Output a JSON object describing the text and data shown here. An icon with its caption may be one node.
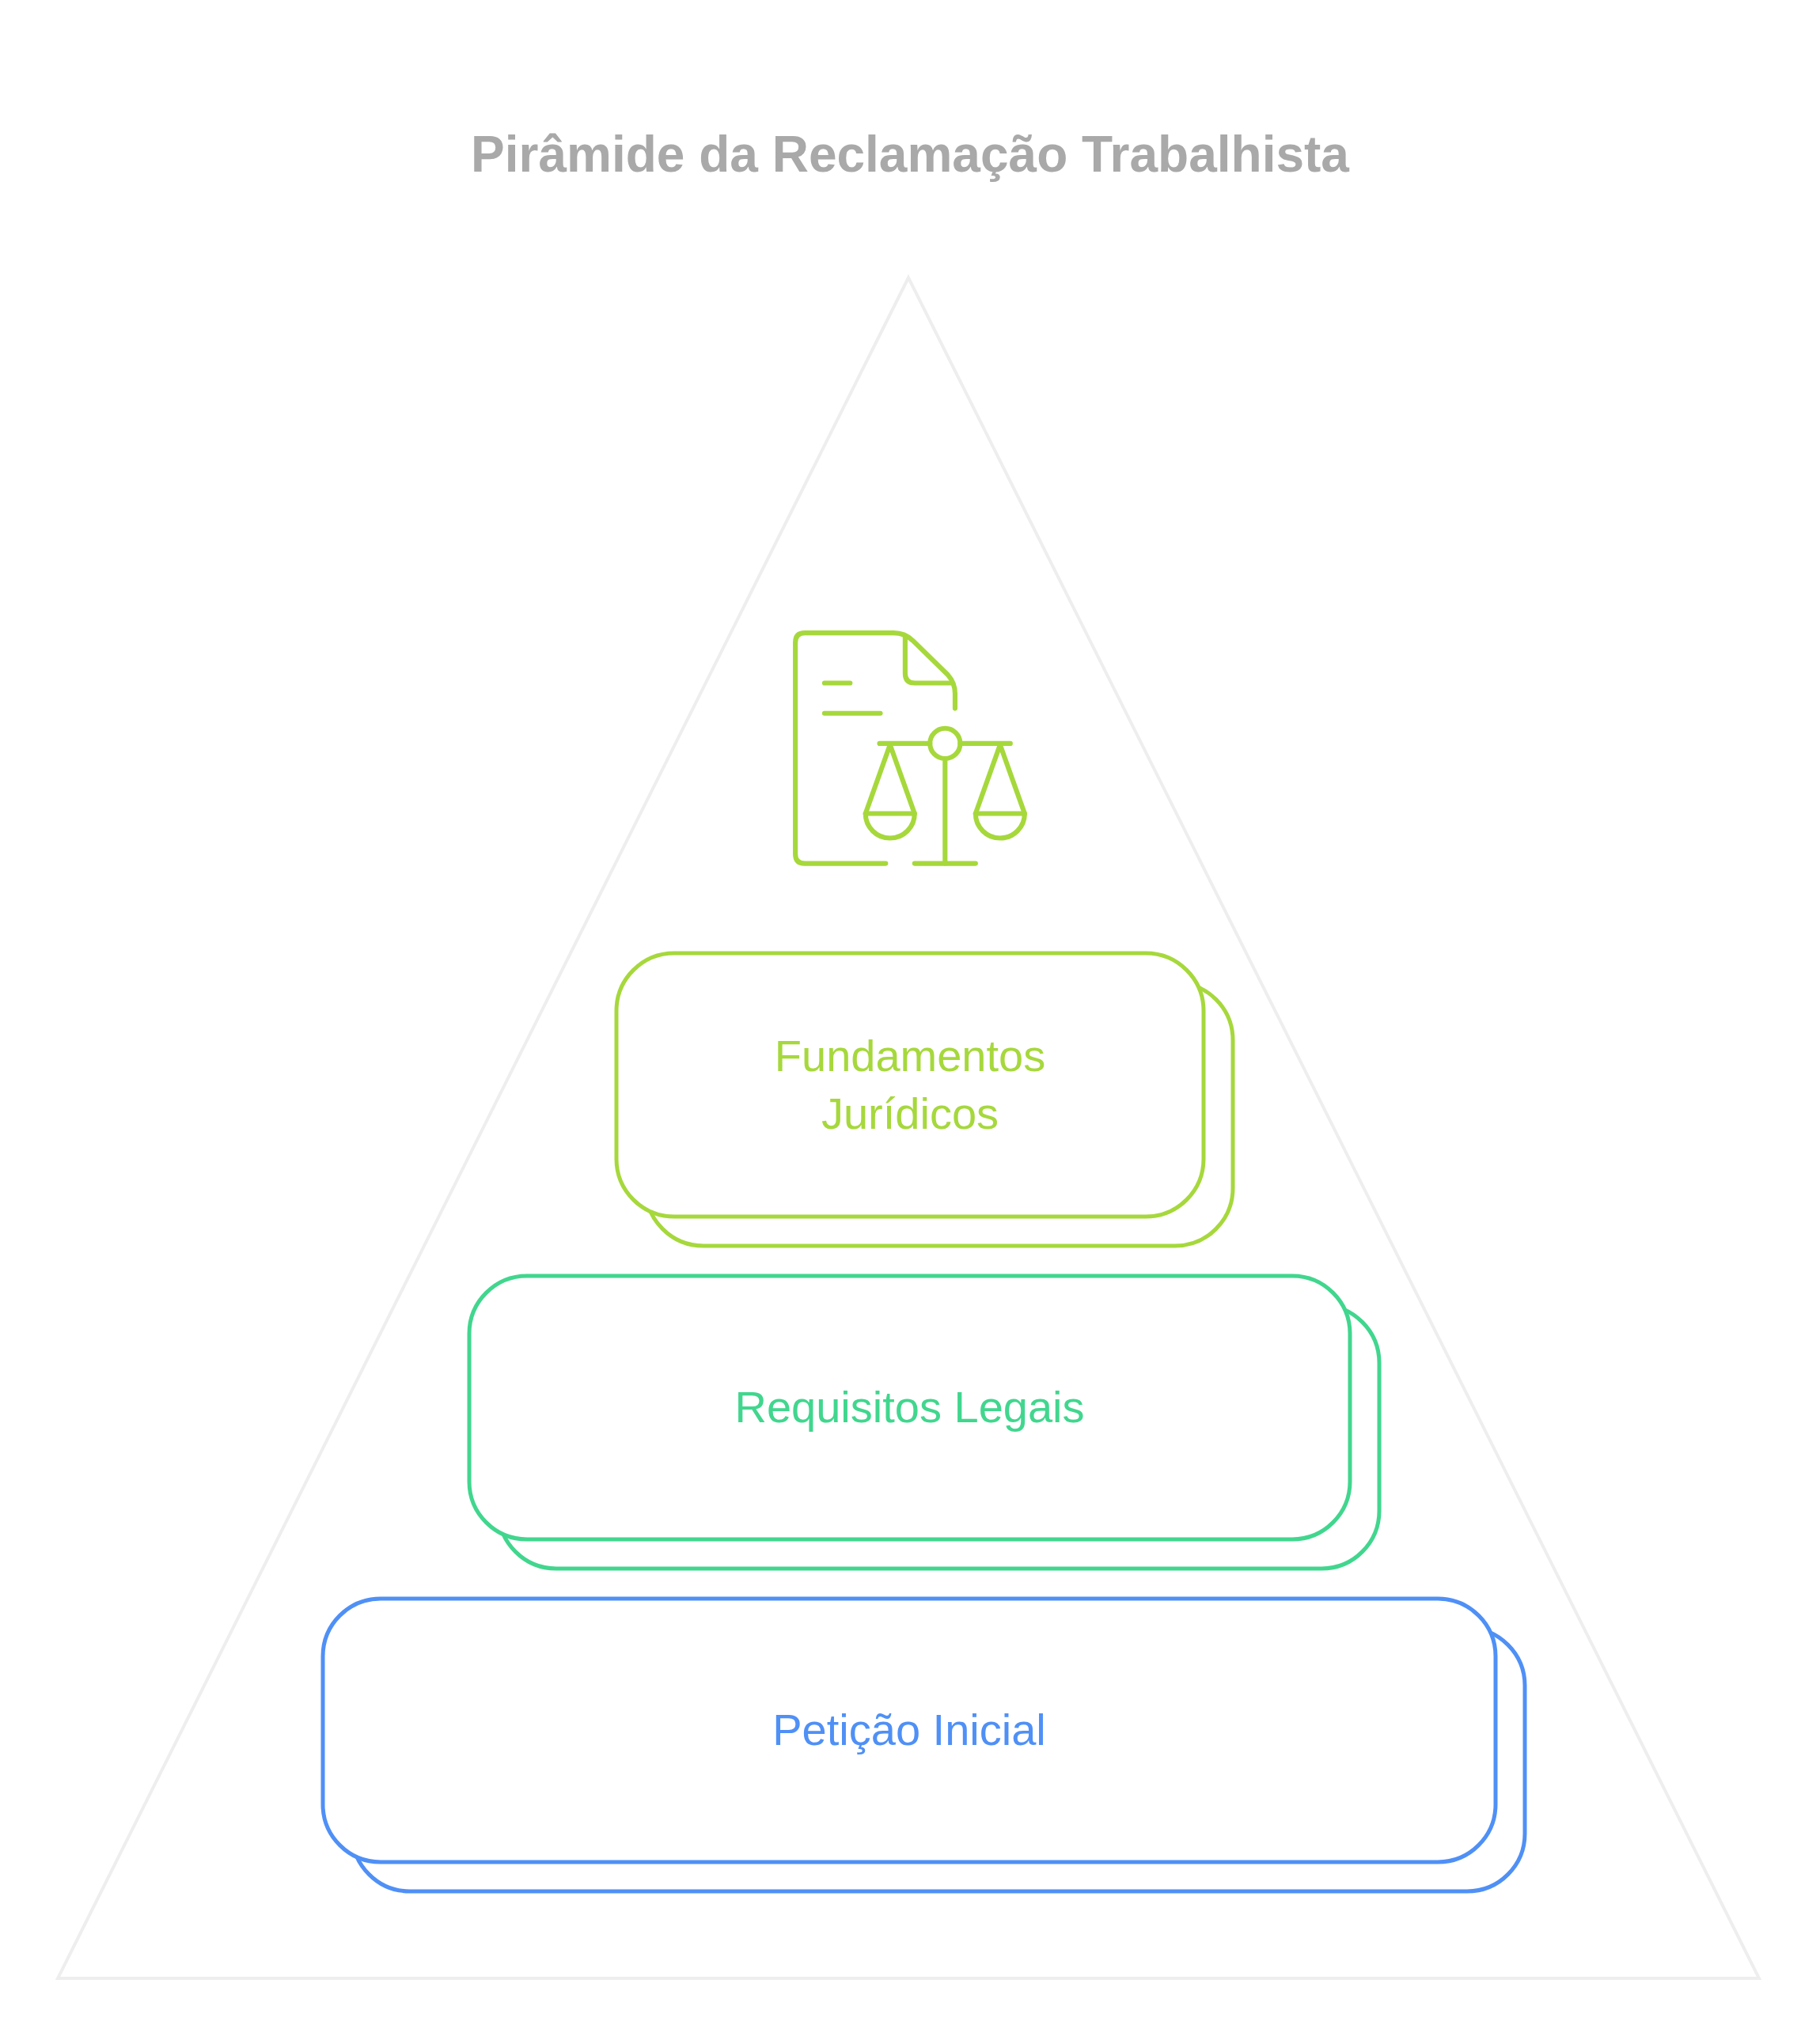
{
  "diagram": {
    "title": "Pirâmide da Reclamação Trabalhista",
    "nodes": [
      {
        "text": [],
        "shape": "triangle"
      },
      {
        "text": [
          "Fundamentos Jurídicos"
        ],
        "in": 0
      },
      {
        "text": [
          "Requisitos Legais"
        ],
        "in": 0
      },
      {
        "text": [
          "Petição Inicial"
        ],
        "in": 0
      }
    ]
  }
}
